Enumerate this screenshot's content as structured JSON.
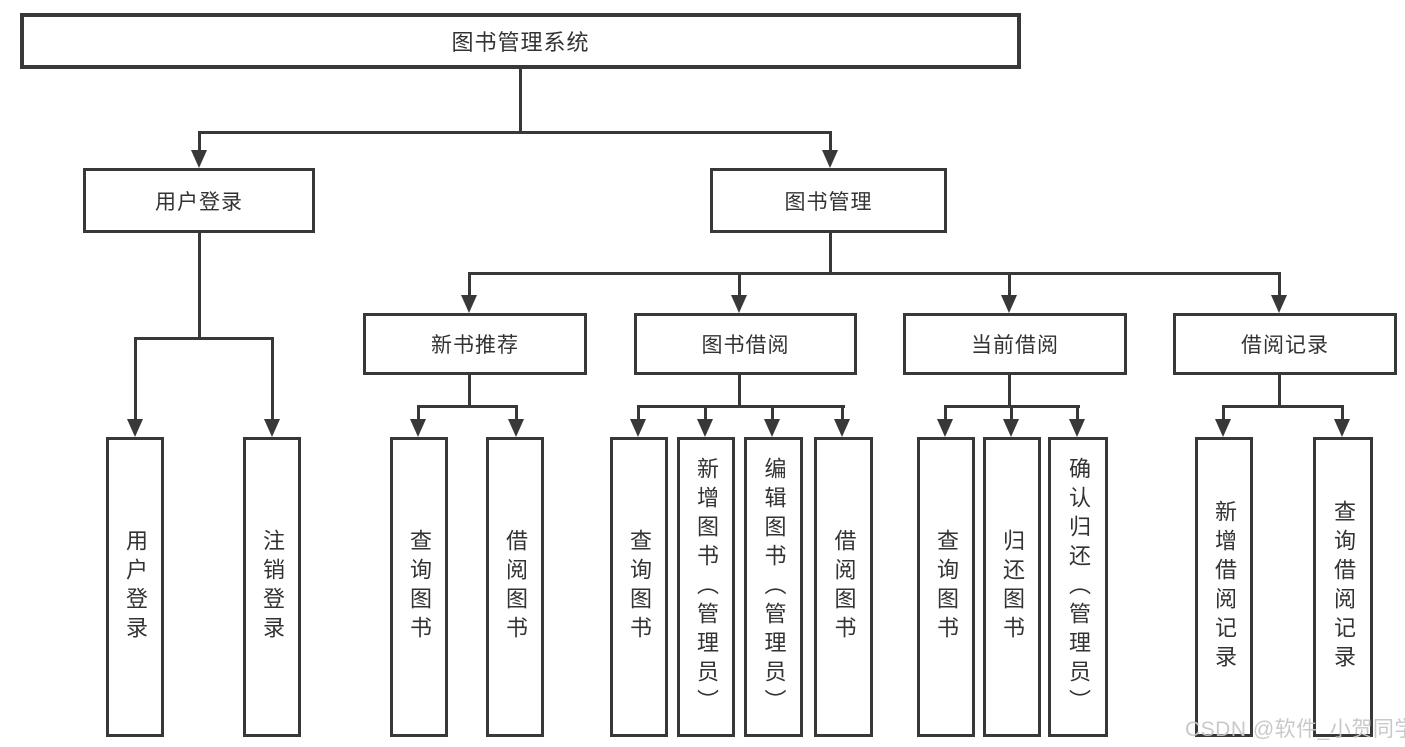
{
  "diagram": {
    "title": "图书管理系统",
    "colors": {
      "line": "#383838",
      "text": "#333333",
      "background": "#ffffff",
      "watermark": "#c6c6c8"
    },
    "nodes": {
      "root": {
        "label": "图书管理系统"
      },
      "user_login": {
        "label": "用户登录"
      },
      "book_mgmt": {
        "label": "图书管理"
      },
      "new_book_rec": {
        "label": "新书推荐"
      },
      "book_borrow": {
        "label": "图书借阅"
      },
      "current_borrow": {
        "label": "当前借阅"
      },
      "borrow_records": {
        "label": "借阅记录"
      },
      "leaf_user_login": {
        "label": "用户登录"
      },
      "leaf_logout": {
        "label": "注销登录"
      },
      "leaf_query_book_rec": {
        "label": "查询图书"
      },
      "leaf_borrow_book_rec": {
        "label": "借阅图书"
      },
      "leaf_query_book_borrow": {
        "label": "查询图书"
      },
      "leaf_add_book": {
        "label": "新增图书（管理员）"
      },
      "leaf_edit_book": {
        "label": "编辑图书（管理员）"
      },
      "leaf_borrow_book": {
        "label": "借阅图书"
      },
      "leaf_query_book_current": {
        "label": "查询图书"
      },
      "leaf_return_book": {
        "label": "归还图书"
      },
      "leaf_confirm_return": {
        "label": "确认归还（管理员）"
      },
      "leaf_add_borrow_record": {
        "label": "新增借阅记录"
      },
      "leaf_query_borrow_record": {
        "label": "查询借阅记录"
      }
    }
  },
  "watermark": {
    "text": "CSDN @软件_小贺同学"
  }
}
